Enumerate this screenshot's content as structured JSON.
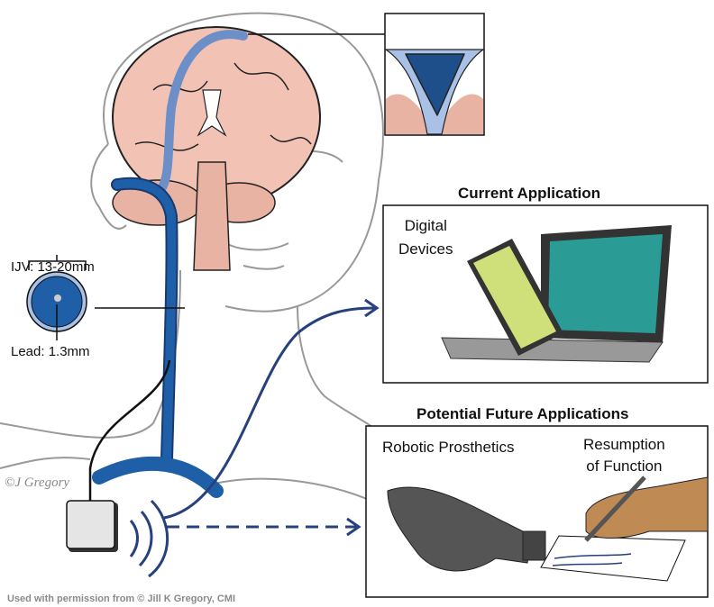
{
  "inset": {
    "name": "stentrode-cross-section-inset"
  },
  "ijv_label": "IJV: 13-20mm",
  "lead_label": "Lead: 1.3mm",
  "current": {
    "title": "Current Application",
    "devices_label_line1": "Digital",
    "devices_label_line2": "Devices"
  },
  "future": {
    "title": "Potential Future Applications",
    "prosthetics_label": "Robotic Prosthetics",
    "function_label_line1": "Resumption",
    "function_label_line2": "of Function"
  },
  "signature": "©J Gregory",
  "credit": "Used with permission from © Jill K Gregory, CMI",
  "colors": {
    "vessel": "#1f5fa8",
    "vessel_dark": "#173a73",
    "brain": "#f2c3b5",
    "arrow": "#27407e",
    "outline": "#999999"
  }
}
